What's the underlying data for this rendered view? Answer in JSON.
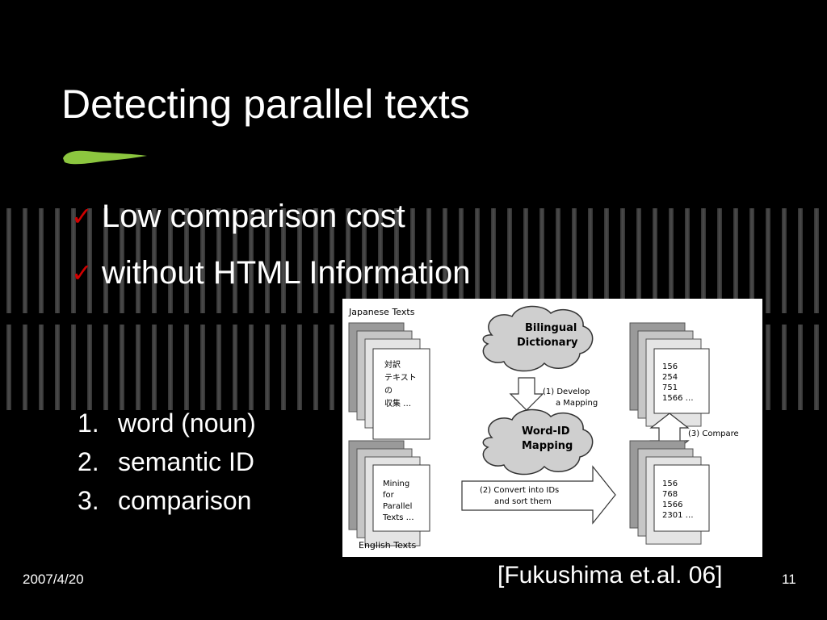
{
  "slide": {
    "title": "Detecting parallel texts",
    "bullets": [
      {
        "label": "Low comparison cost"
      },
      {
        "label": "without HTML Information"
      }
    ],
    "numbered": [
      {
        "num": "1.",
        "label": "word (noun)"
      },
      {
        "num": "2.",
        "label": "semantic ID"
      },
      {
        "num": "3.",
        "label": "comparison"
      }
    ],
    "citation": "[Fukushima et.al. 06]",
    "footer_date": "2007/4/20",
    "page_number": "11"
  },
  "diagram": {
    "japanese_label": "Japanese Texts",
    "english_label": "English Texts",
    "jp_doc_lines": [
      "対訳",
      "テキスト",
      "の",
      "収集 …"
    ],
    "en_doc_lines": [
      "Mining",
      "for",
      "Parallel",
      "Texts …"
    ],
    "dictionary_lines": [
      "Bilingual",
      "Dictionary"
    ],
    "mapping_lines": [
      "Word-ID",
      "Mapping"
    ],
    "step1_lines": [
      "(1) Develop",
      "a Mapping"
    ],
    "step2_lines": [
      "(2) Convert into IDs",
      "and sort them"
    ],
    "step3": "(3) Compare",
    "ids_top": [
      "156",
      "254",
      "751",
      "1566 …"
    ],
    "ids_bottom": [
      "156",
      "768",
      "1566",
      "2301 …"
    ]
  },
  "colors": {
    "background": "#000000",
    "text": "#ffffff",
    "check": "#d00000",
    "brush": "#8cc63f"
  }
}
